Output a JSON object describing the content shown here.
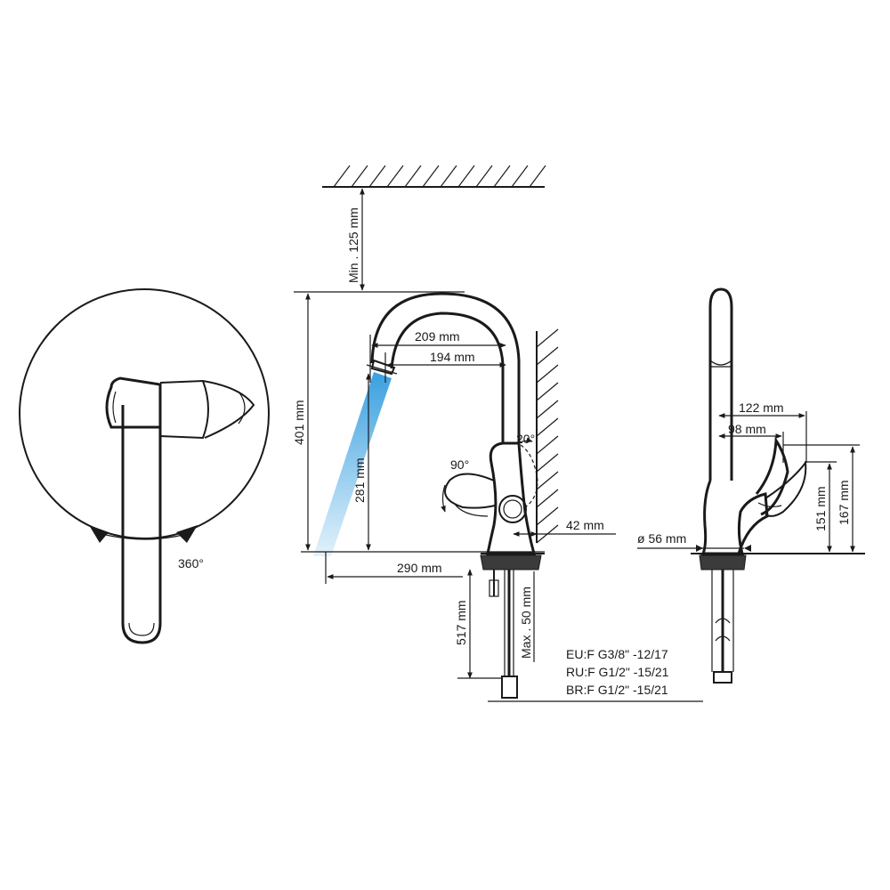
{
  "top_view": {
    "rotation_label": "360°"
  },
  "side_view": {
    "clearance_label": "Min . 125 mm",
    "height_label": "401 mm",
    "reach_outer_label": "209 mm",
    "reach_inner_label": "194 mm",
    "spout_height_label": "281 mm",
    "handle_angle_label": "90°",
    "tilt_angle_label": "20°",
    "wall_distance_label": "42 mm",
    "spray_length_label": "290 mm",
    "hose_length_label": "517 mm",
    "deck_thickness_label": "Max . 50 mm"
  },
  "front_view": {
    "width_outer_label": "122 mm",
    "width_inner_label": "98 mm",
    "base_diameter_label": "ø 56 mm",
    "handle_low_label": "151 mm",
    "handle_high_label": "167 mm"
  },
  "connection_specs": [
    "EU:F G3/8\"  -12/17",
    "RU:F G1/2\"  -15/21",
    "BR:F G1/2\"  -15/21"
  ],
  "colors": {
    "line": "#1a1a1a",
    "water_top": "#3aa0e0",
    "water_bottom": "#d8eef9"
  }
}
